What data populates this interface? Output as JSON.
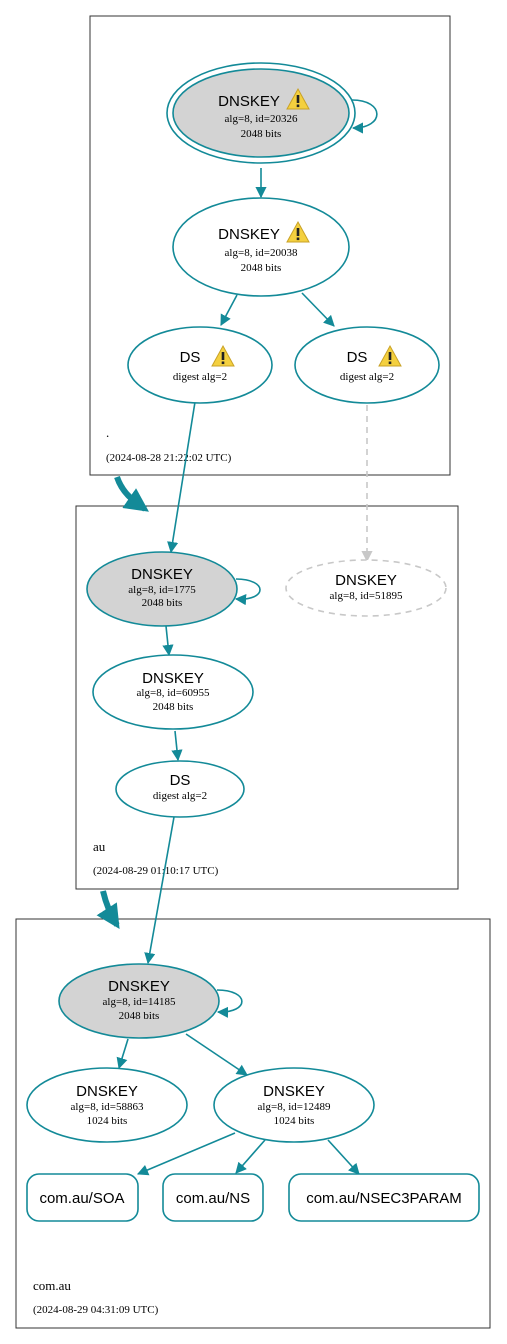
{
  "zones": {
    "root": {
      "label": ".",
      "timestamp": "(2024-08-28 21:22:02 UTC)"
    },
    "au": {
      "label": "au",
      "timestamp": "(2024-08-29 01:10:17 UTC)"
    },
    "com_au": {
      "label": "com.au",
      "timestamp": "(2024-08-29 04:31:09 UTC)"
    }
  },
  "nodes": {
    "root_ksk": {
      "title": "DNSKEY",
      "line1": "alg=8, id=20326",
      "line2": "2048 bits",
      "warning": true
    },
    "root_zsk": {
      "title": "DNSKEY",
      "line1": "alg=8, id=20038",
      "line2": "2048 bits",
      "warning": true
    },
    "root_ds1": {
      "title": "DS",
      "line1": "digest alg=2",
      "warning": true
    },
    "root_ds2": {
      "title": "DS",
      "line1": "digest alg=2",
      "warning": true
    },
    "au_ksk": {
      "title": "DNSKEY",
      "line1": "alg=8, id=1775",
      "line2": "2048 bits"
    },
    "au_missing": {
      "title": "DNSKEY",
      "line1": "alg=8, id=51895"
    },
    "au_zsk": {
      "title": "DNSKEY",
      "line1": "alg=8, id=60955",
      "line2": "2048 bits"
    },
    "au_ds": {
      "title": "DS",
      "line1": "digest alg=2"
    },
    "comau_ksk": {
      "title": "DNSKEY",
      "line1": "alg=8, id=14185",
      "line2": "2048 bits"
    },
    "comau_zsk1": {
      "title": "DNSKEY",
      "line1": "alg=8, id=58863",
      "line2": "1024 bits"
    },
    "comau_zsk2": {
      "title": "DNSKEY",
      "line1": "alg=8, id=12489",
      "line2": "1024 bits"
    }
  },
  "rrsets": {
    "soa": "com.au/SOA",
    "ns": "com.au/NS",
    "nsec3param": "com.au/NSEC3PARAM"
  },
  "colors": {
    "edge": "#138a98",
    "zone_border": "#333333",
    "ksk_fill": "#d3d3d3",
    "missing": "#c8c8c8",
    "warning_fill": "#f4d03f"
  }
}
